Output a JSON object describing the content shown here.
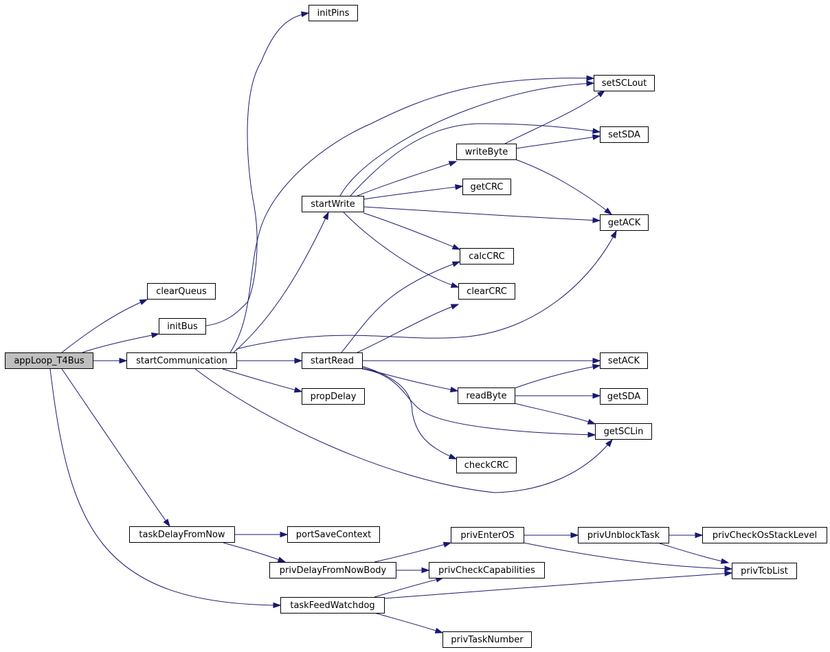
{
  "nodes": {
    "appLoop_T4Bus": "appLoop_T4Bus",
    "clearQueus": "clearQueus",
    "initBus": "initBus",
    "initPins": "initPins",
    "startCommunication": "startCommunication",
    "startWrite": "startWrite",
    "startRead": "startRead",
    "propDelay": "propDelay",
    "setSCLout": "setSCLout",
    "setSDA": "setSDA",
    "writeByte": "writeByte",
    "getCRC": "getCRC",
    "getACK": "getACK",
    "calcCRC": "calcCRC",
    "clearCRC": "clearCRC",
    "setACK": "setACK",
    "readByte": "readByte",
    "getSDA": "getSDA",
    "getSCLin": "getSCLin",
    "checkCRC": "checkCRC",
    "taskDelayFromNow": "taskDelayFromNow",
    "portSaveContext": "portSaveContext",
    "privEnterOS": "privEnterOS",
    "privUnblockTask": "privUnblockTask",
    "privCheckOsStackLevel": "privCheckOsStackLevel",
    "privDelayFromNowBody": "privDelayFromNowBody",
    "privCheckCapabilities": "privCheckCapabilities",
    "privTcbList": "privTcbList",
    "taskFeedWatchdog": "taskFeedWatchdog",
    "privTaskNumber": "privTaskNumber"
  },
  "edges": [
    [
      "appLoop_T4Bus",
      "clearQueus"
    ],
    [
      "appLoop_T4Bus",
      "initBus"
    ],
    [
      "appLoop_T4Bus",
      "startCommunication"
    ],
    [
      "appLoop_T4Bus",
      "taskDelayFromNow"
    ],
    [
      "appLoop_T4Bus",
      "taskFeedWatchdog"
    ],
    [
      "initBus",
      "initPins"
    ],
    [
      "startCommunication",
      "setSCLout"
    ],
    [
      "startCommunication",
      "startWrite"
    ],
    [
      "startCommunication",
      "getACK"
    ],
    [
      "startCommunication",
      "startRead"
    ],
    [
      "startCommunication",
      "propDelay"
    ],
    [
      "startCommunication",
      "getSCLin"
    ],
    [
      "startWrite",
      "setSCLout"
    ],
    [
      "startWrite",
      "setSDA"
    ],
    [
      "startWrite",
      "writeByte"
    ],
    [
      "startWrite",
      "getCRC"
    ],
    [
      "startWrite",
      "getACK"
    ],
    [
      "startWrite",
      "calcCRC"
    ],
    [
      "startWrite",
      "clearCRC"
    ],
    [
      "writeByte",
      "setSCLout"
    ],
    [
      "writeByte",
      "setSDA"
    ],
    [
      "writeByte",
      "getACK"
    ],
    [
      "startRead",
      "calcCRC"
    ],
    [
      "startRead",
      "clearCRC"
    ],
    [
      "startRead",
      "setACK"
    ],
    [
      "startRead",
      "readByte"
    ],
    [
      "startRead",
      "getSCLin"
    ],
    [
      "startRead",
      "checkCRC"
    ],
    [
      "readByte",
      "setACK"
    ],
    [
      "readByte",
      "getSDA"
    ],
    [
      "readByte",
      "getSCLin"
    ],
    [
      "taskDelayFromNow",
      "portSaveContext"
    ],
    [
      "taskDelayFromNow",
      "privDelayFromNowBody"
    ],
    [
      "privDelayFromNowBody",
      "privEnterOS"
    ],
    [
      "privDelayFromNowBody",
      "privCheckCapabilities"
    ],
    [
      "privEnterOS",
      "privUnblockTask"
    ],
    [
      "privEnterOS",
      "privTcbList"
    ],
    [
      "privUnblockTask",
      "privCheckOsStackLevel"
    ],
    [
      "privUnblockTask",
      "privTcbList"
    ],
    [
      "taskFeedWatchdog",
      "privCheckCapabilities"
    ],
    [
      "taskFeedWatchdog",
      "privTcbList"
    ],
    [
      "taskFeedWatchdog",
      "privTaskNumber"
    ]
  ],
  "colors": {
    "edge": "#191970",
    "root_fill": "#bfbfbf",
    "node_fill": "#ffffff",
    "node_stroke": "#000000"
  }
}
